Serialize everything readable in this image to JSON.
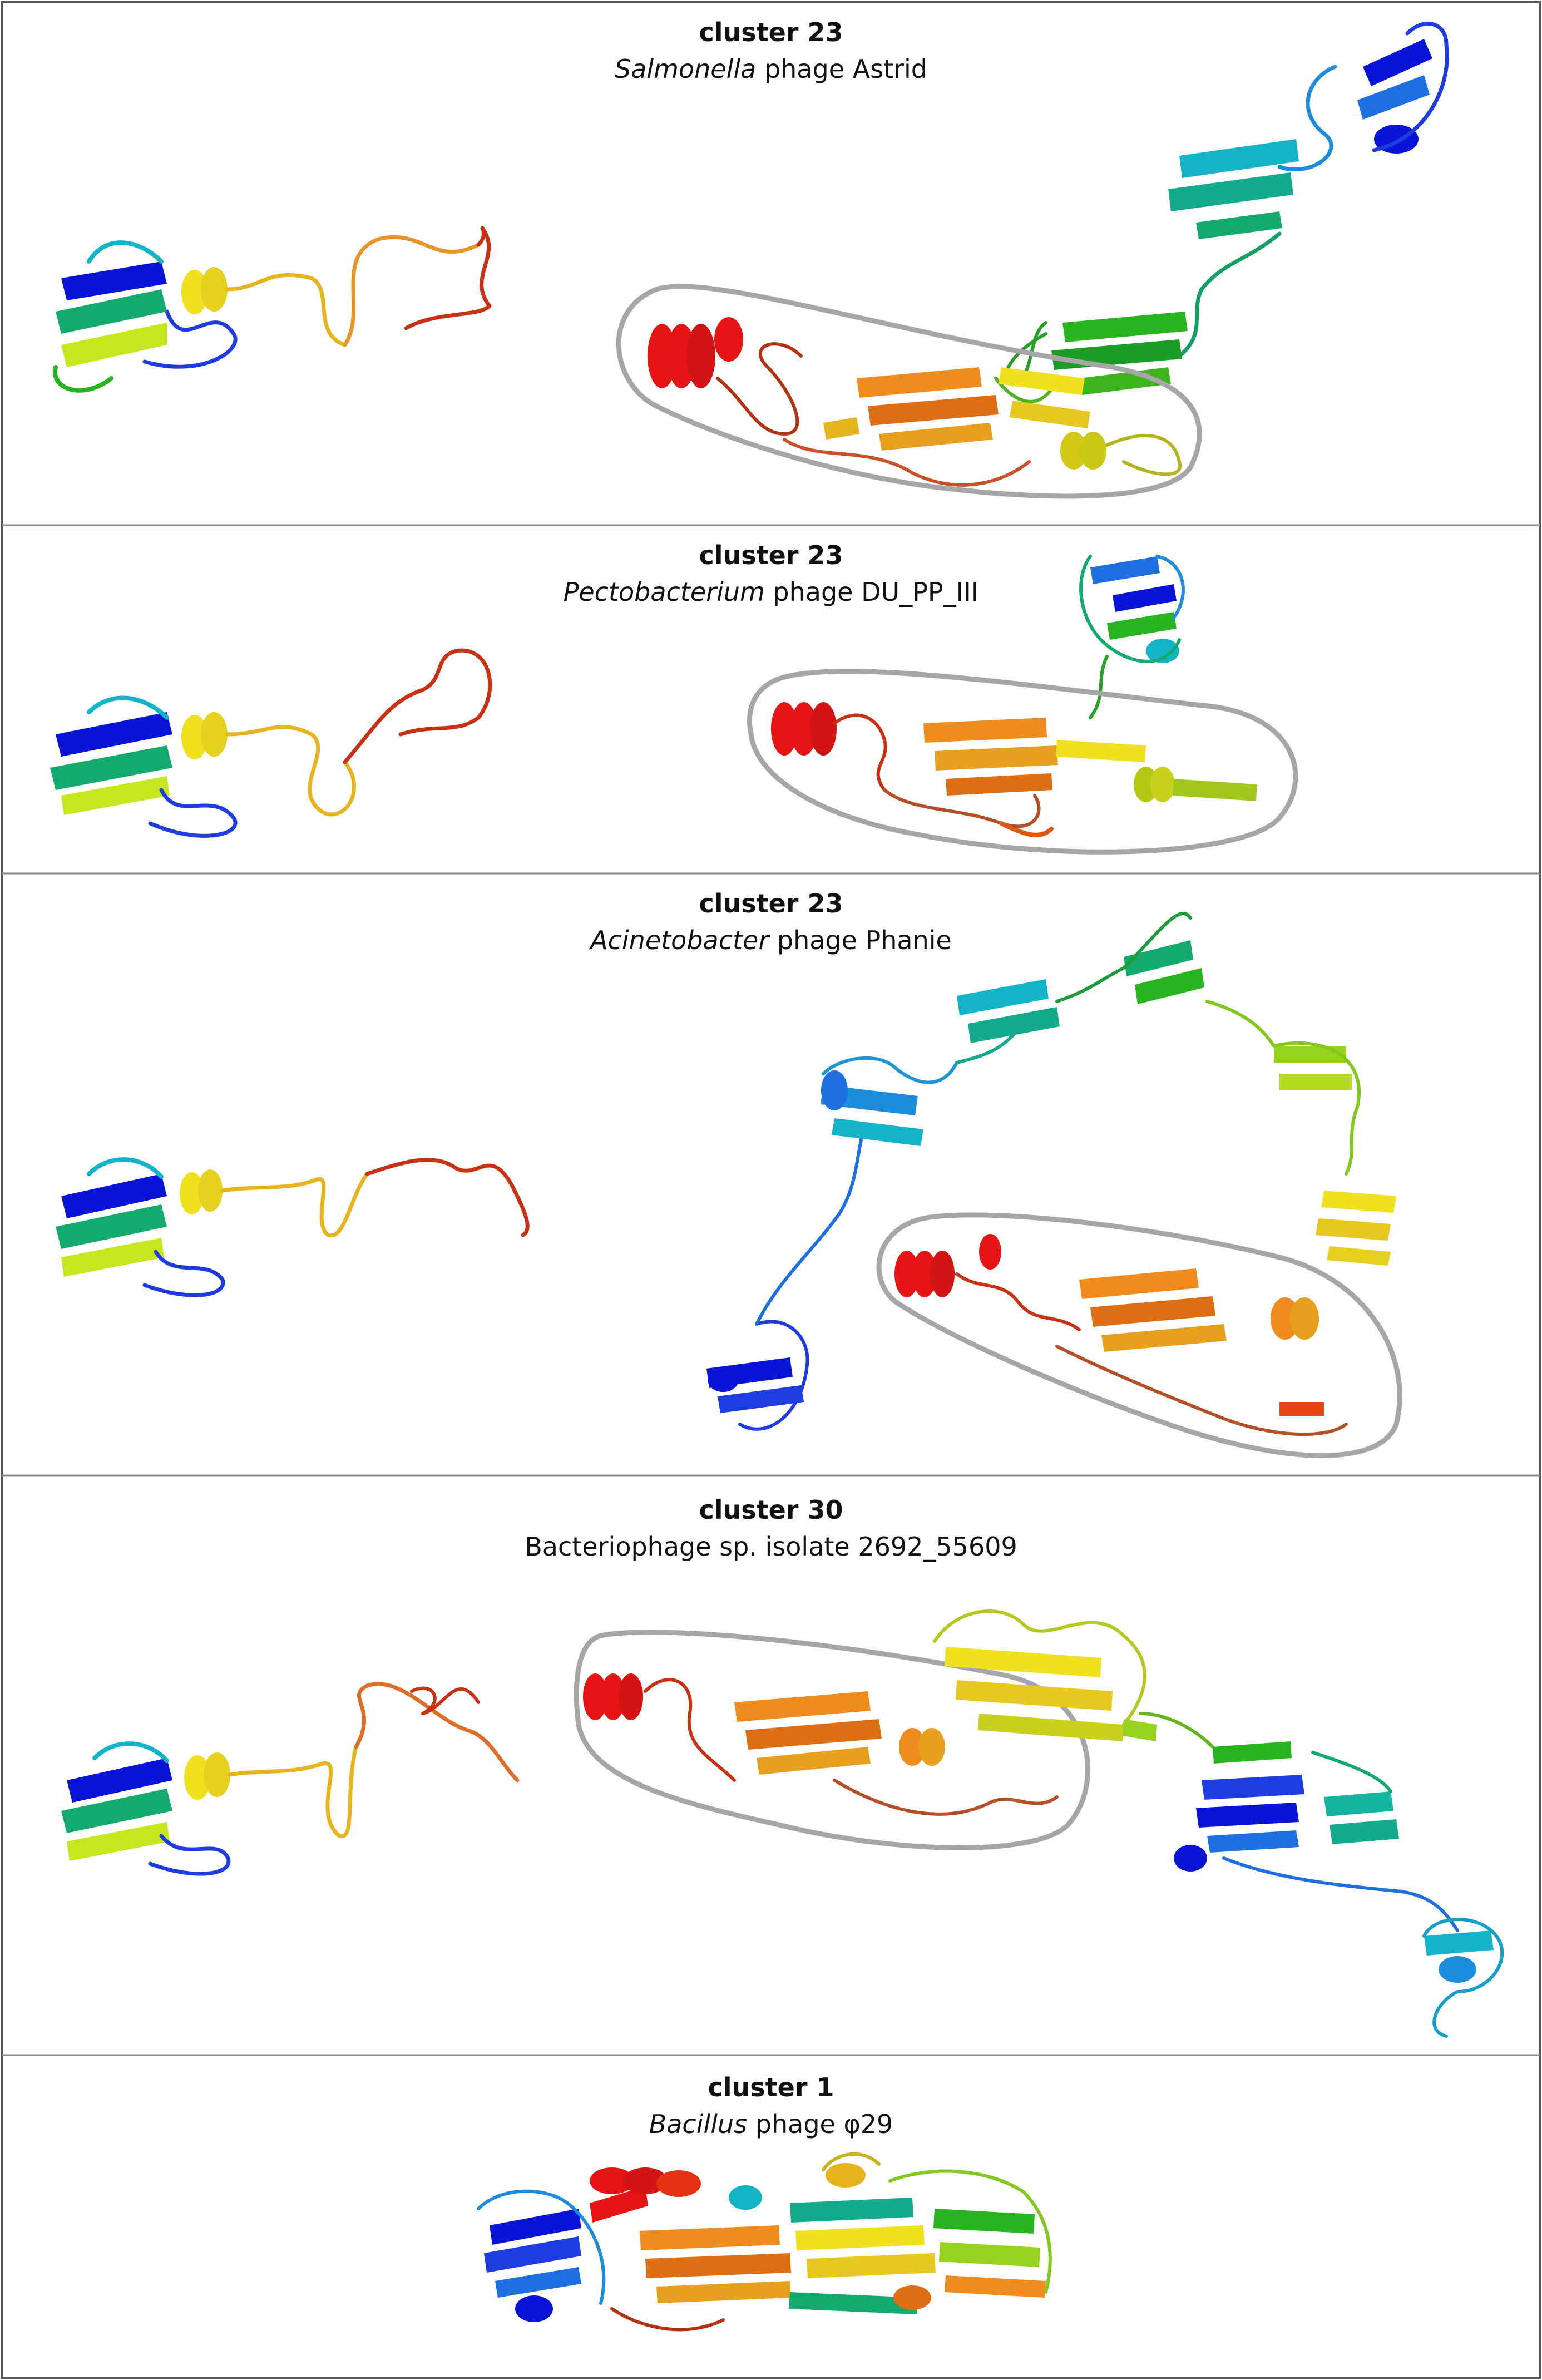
{
  "panels": [
    {
      "title": "cluster 23",
      "organism_italic": "Salmonella",
      "organism_rest": " phage Astrid"
    },
    {
      "title": "cluster 23",
      "organism_italic": "Pectobacterium",
      "organism_rest": " phage DU_PP_III"
    },
    {
      "title": "cluster 23",
      "organism_italic": "Acinetobacter",
      "organism_rest": " phage Phanie"
    },
    {
      "title": "cluster 30",
      "organism_italic": "",
      "organism_rest": "Bacteriophage sp. isolate 2692_55609"
    },
    {
      "title": "cluster 1",
      "organism_italic": "Bacillus",
      "organism_rest": " phage φ29"
    }
  ],
  "colors": {
    "rainbow": [
      "#0a14d6",
      "#1e6fe0",
      "#14b4c8",
      "#14aa6e",
      "#28b41e",
      "#96d21e",
      "#f0e11e",
      "#e6b41e",
      "#f08c1e",
      "#dc5a14",
      "#c83214",
      "#e61414"
    ],
    "outline": "#a6a6a6",
    "border": "#555555"
  }
}
